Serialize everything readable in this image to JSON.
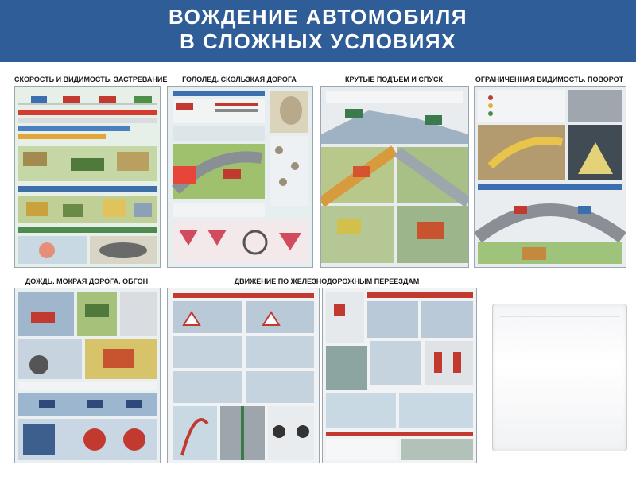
{
  "header": {
    "title_line1": "ВОЖДЕНИЕ АВТОМОБИЛЯ",
    "title_line2": "В СЛОЖНЫХ УСЛОВИЯХ",
    "background_color": "#2f5d98",
    "text_color": "#ffffff"
  },
  "sections": {
    "speed": {
      "title": "СКОРОСТЬ И ВИДИМОСТЬ. ЗАСТРЕВАНИЕ"
    },
    "ice": {
      "title": "ГОЛОЛЕД. СКОЛЬЗКАЯ ДОРОГА"
    },
    "slopes": {
      "title": "КРУТЫЕ ПОДЪЕМ И СПУСК"
    },
    "visibility": {
      "title": "ОГРАНИЧЕННАЯ ВИДИМОСТЬ. ПОВОРОТ"
    },
    "rain": {
      "title": "ДОЖДЬ. МОКРАЯ ДОРОГА. ОБГОН"
    },
    "rail": {
      "title": "ДВИЖЕНИЕ ПО ЖЕЛЕЗНОДОРОЖНЫМ ПЕРЕЕЗДАМ"
    }
  },
  "pocket": {
    "icon": "document-pocket-icon"
  }
}
